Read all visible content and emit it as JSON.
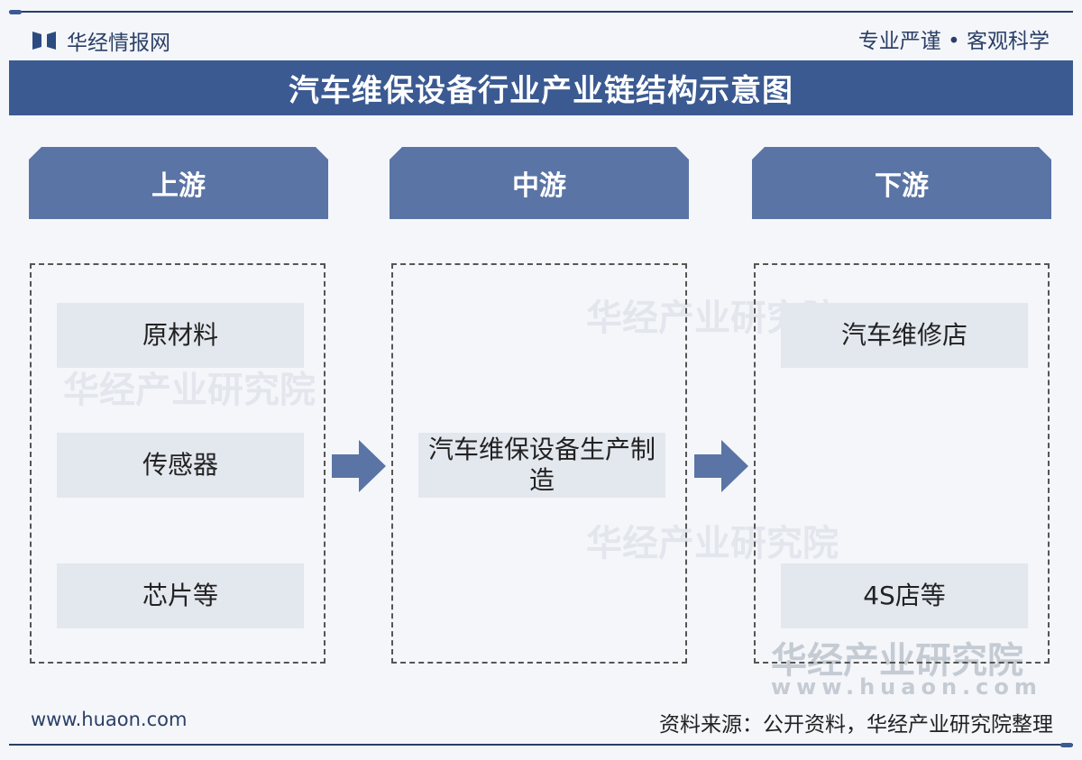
{
  "header": {
    "logo_text": "华经情报网",
    "slogan": "专业严谨 • 客观科学"
  },
  "title": "汽车维保设备行业产业链结构示意图",
  "stages": [
    {
      "label": "上游",
      "items": [
        "原材料",
        "传感器",
        "芯片等"
      ]
    },
    {
      "label": "中游",
      "items": [
        "汽车维保设备生产制造"
      ]
    },
    {
      "label": "下游",
      "items": [
        "汽车维修店",
        "4S店等"
      ]
    }
  ],
  "watermark": {
    "name": "华经产业研究院",
    "url": "www.huaon.com"
  },
  "footer": {
    "url": "www.huaon.com",
    "source": "资料来源：公开资料，华经产业研究院整理"
  },
  "colors": {
    "title_bg": "#3b5a92",
    "stage_bg": "#5a74a5",
    "item_bg": "#e3e7ee"
  }
}
